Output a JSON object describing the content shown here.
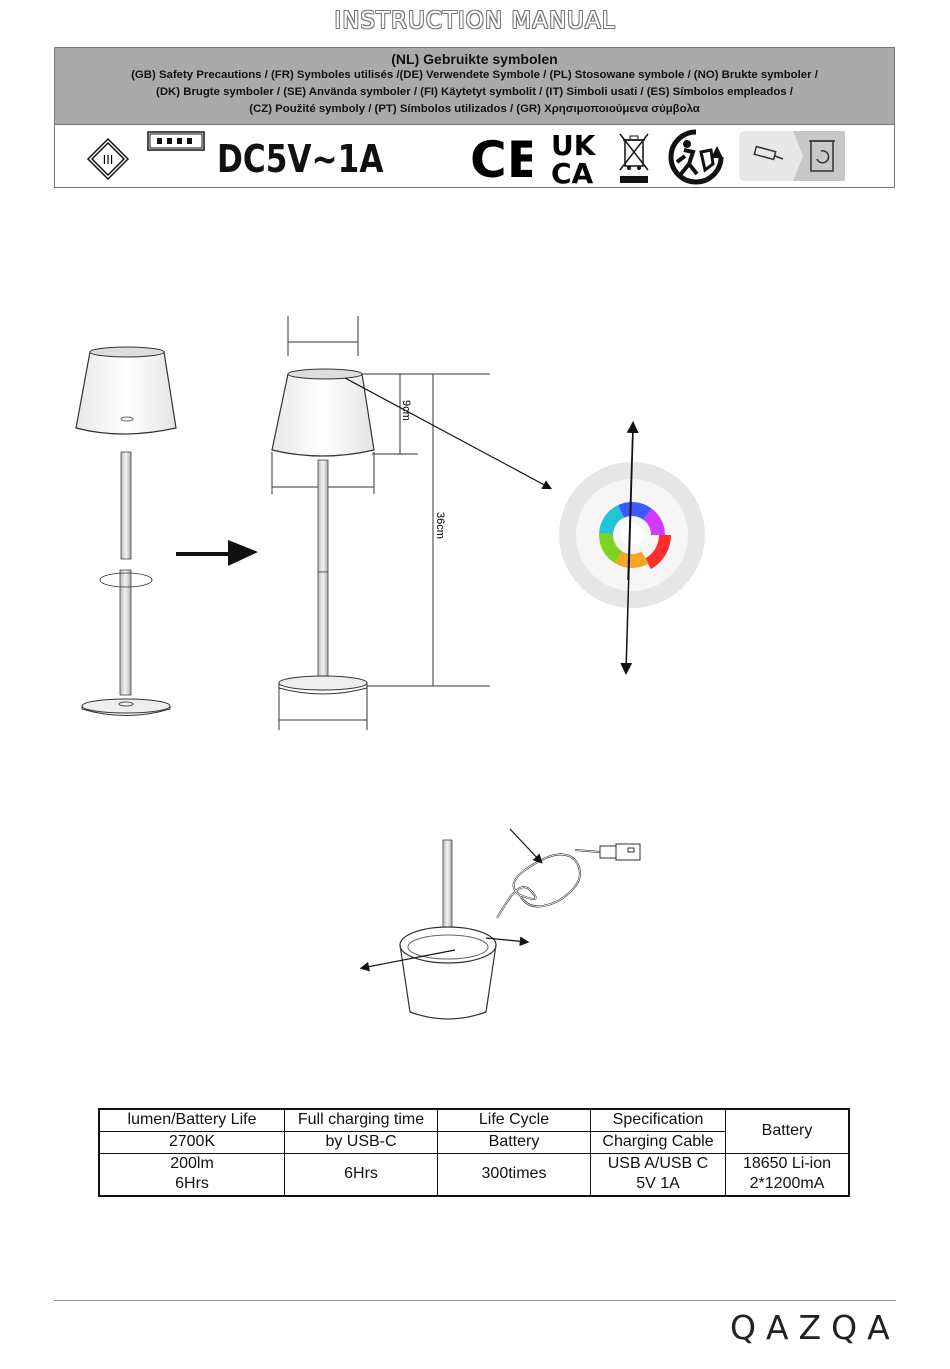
{
  "header": {
    "title": "INSTRUCTION MANUAL"
  },
  "symbols": {
    "heading": "(NL) Gebruikte symbolen",
    "lines": [
      "(GB) Safety Precautions / (FR) Symboles utilisés /(DE) Verwendete Symbole / (PL) Stosowane symbole / (NO) Brukte symboler /",
      "(DK) Brugte symboler / (SE) Använda symboler / (FI) Käytetyt symbolit / (IT) Simboli usati / (ES) Símbolos empleados /",
      "(CZ) Použité symboly / (PT) Símbolos utilizados / (GR) Χρησιμοποιούμενα σύμβολα"
    ],
    "rating": "DC5V~1A",
    "class_mark": "III",
    "ce_mark": "CE",
    "ukca_top": "UK",
    "ukca_bottom": "CA"
  },
  "dimensions": {
    "shade_height": "9cm",
    "total_height": "36cm"
  },
  "spec_table": {
    "row1": [
      "lumen/Battery Life",
      "Full charging time",
      "Life Cycle",
      "Specification",
      "Battery"
    ],
    "row2": [
      "2700K",
      "by USB-C",
      "Battery",
      "Charging Cable"
    ],
    "row3": [
      [
        "200lm",
        "6Hrs"
      ],
      "6Hrs",
      "300times",
      [
        "USB A/USB C",
        "5V 1A"
      ],
      [
        "18650 Li-ion",
        "2*1200mA"
      ]
    ]
  },
  "footer": {
    "brand": "QAZQA"
  },
  "colors": {
    "header_bg": "#aaaaaa",
    "ring_outer": "#e6e6e6"
  }
}
